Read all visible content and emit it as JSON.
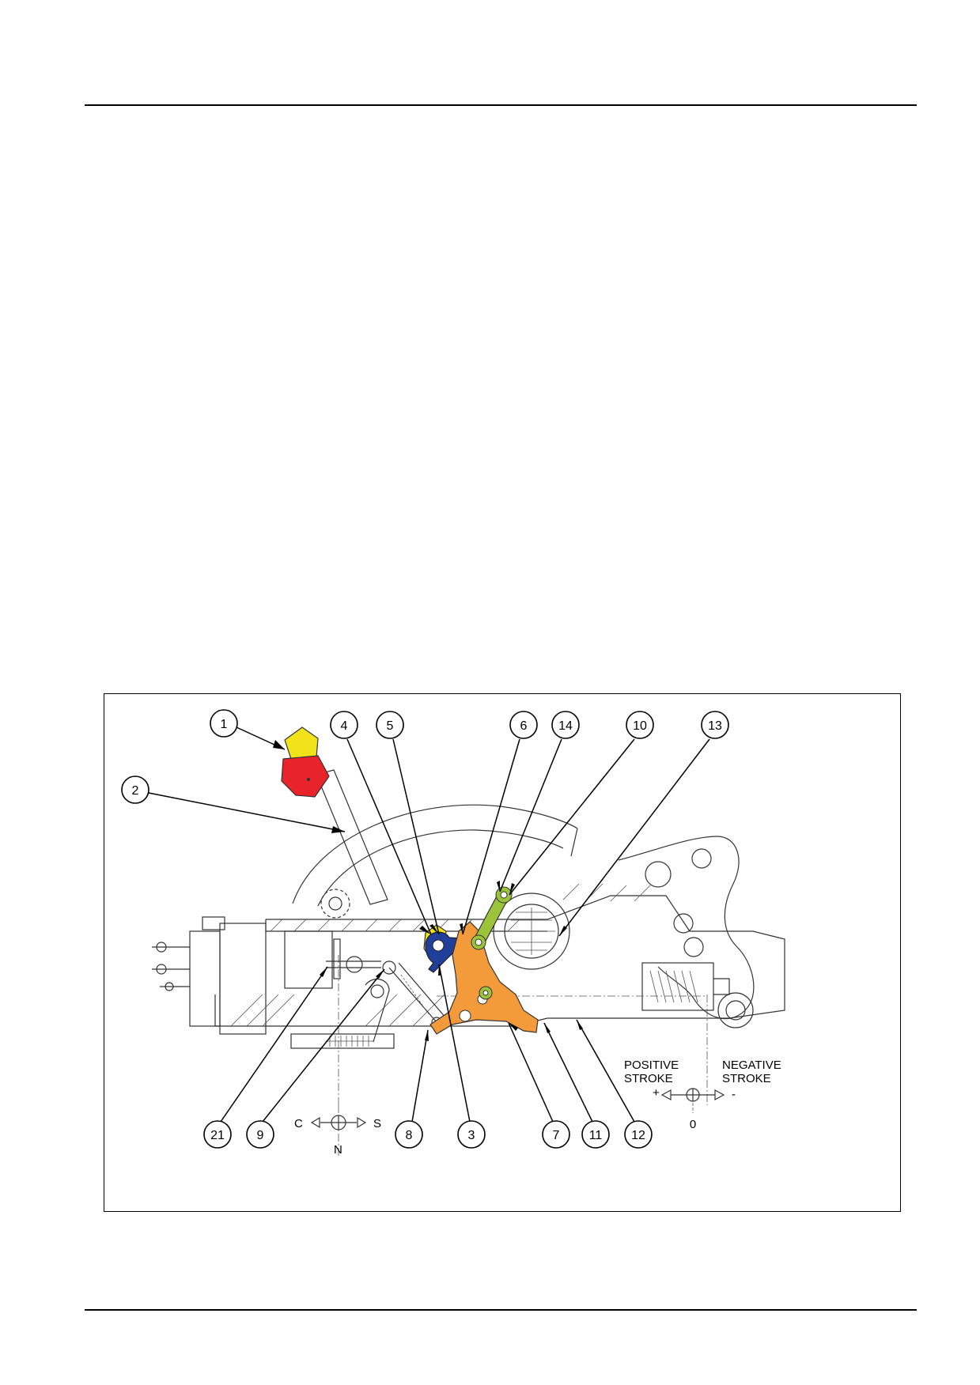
{
  "callouts": [
    {
      "id": "1",
      "label": "1"
    },
    {
      "id": "2",
      "label": "2"
    },
    {
      "id": "3",
      "label": "3"
    },
    {
      "id": "4",
      "label": "4"
    },
    {
      "id": "5",
      "label": "5"
    },
    {
      "id": "6",
      "label": "6"
    },
    {
      "id": "7",
      "label": "7"
    },
    {
      "id": "8",
      "label": "8"
    },
    {
      "id": "9",
      "label": "9"
    },
    {
      "id": "10",
      "label": "10"
    },
    {
      "id": "11",
      "label": "11"
    },
    {
      "id": "12",
      "label": "12"
    },
    {
      "id": "13",
      "label": "13"
    },
    {
      "id": "14",
      "label": "14"
    },
    {
      "id": "21",
      "label": "21"
    }
  ],
  "csn_indicator": {
    "c": "C",
    "s": "S",
    "n": "N"
  },
  "stroke_indicator": {
    "positive_line1": "POSITIVE",
    "positive_line2": "STROKE",
    "positive_sign": "+",
    "negative_line1": "NEGATIVE",
    "negative_line2": "STROKE",
    "negative_sign": "-",
    "zero": "0"
  },
  "colors": {
    "handle_top": "#f2e21a",
    "handle_bottom": "#e8232a",
    "yellow_part": "#f2e21a",
    "blue_part": "#1f3f9a",
    "orange_part": "#f39a3a",
    "green_part": "#9cc43a"
  }
}
